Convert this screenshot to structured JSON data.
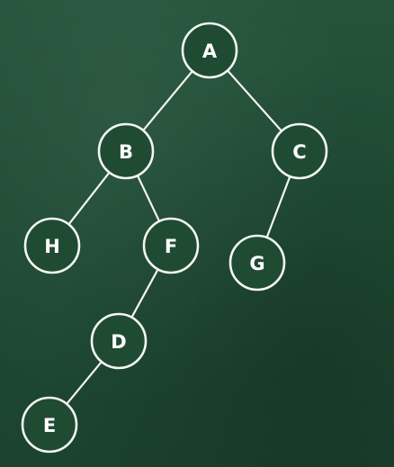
{
  "tree": {
    "nodes": [
      {
        "id": "A",
        "label": "A"
      },
      {
        "id": "B",
        "label": "B"
      },
      {
        "id": "C",
        "label": "C"
      },
      {
        "id": "H",
        "label": "H"
      },
      {
        "id": "F",
        "label": "F"
      },
      {
        "id": "G",
        "label": "G"
      },
      {
        "id": "D",
        "label": "D"
      },
      {
        "id": "E",
        "label": "E"
      }
    ],
    "edges": [
      {
        "from": "A",
        "to": "B"
      },
      {
        "from": "A",
        "to": "C"
      },
      {
        "from": "B",
        "to": "H"
      },
      {
        "from": "B",
        "to": "F"
      },
      {
        "from": "C",
        "to": "G"
      },
      {
        "from": "F",
        "to": "D"
      },
      {
        "from": "D",
        "to": "E"
      }
    ]
  },
  "colors": {
    "board": "#1f4b33",
    "chalk": "#f4f6f3"
  }
}
